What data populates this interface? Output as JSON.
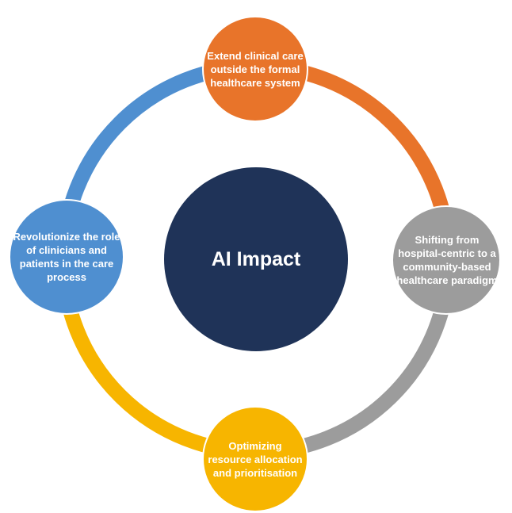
{
  "diagram": {
    "center": {
      "label": "AI Impact",
      "color": "#1f3358"
    },
    "nodes": [
      {
        "id": "top",
        "label": "Extend clinical care outside the formal healthcare system",
        "color": "#e8742a"
      },
      {
        "id": "right",
        "label": "Shifting from hospital-centric to a community-based healthcare paradigm",
        "color": "#9c9c9c"
      },
      {
        "id": "bottom",
        "label": "Optimizing resource allocation and prioritisation",
        "color": "#f7b500"
      },
      {
        "id": "left",
        "label": "Revolutionize the role of clinicians and patients in the care process",
        "color": "#4f8fd0"
      }
    ],
    "ring_arcs": [
      {
        "from": "top",
        "to": "right",
        "color": "#e8742a"
      },
      {
        "from": "right",
        "to": "bottom",
        "color": "#9c9c9c"
      },
      {
        "from": "bottom",
        "to": "left",
        "color": "#f7b500"
      },
      {
        "from": "left",
        "to": "top",
        "color": "#4f8fd0"
      }
    ]
  }
}
